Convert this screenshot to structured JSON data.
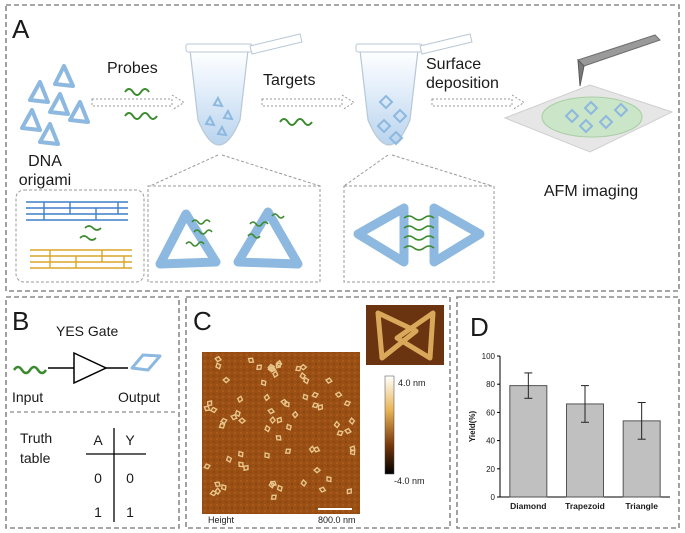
{
  "panelA": {
    "letter": "A",
    "dna_line1": "DNA",
    "dna_line2": "origami",
    "probes": "Probes",
    "targets": "Targets",
    "surface_line1": "Surface",
    "surface_line2": "deposition",
    "afm": "AFM imaging"
  },
  "panelB": {
    "letter": "B",
    "gate_title": "YES Gate",
    "input": "Input",
    "output": "Output",
    "truth_line1": "Truth",
    "truth_line2": "table",
    "col_a": "A",
    "col_y": "Y",
    "rows": [
      [
        "0",
        "0"
      ],
      [
        "1",
        "1"
      ]
    ]
  },
  "panelC": {
    "letter": "C",
    "height_label": "Height",
    "scale_label": "800.0 nm",
    "cbar_max": "4.0 nm",
    "cbar_min": "-4.0 nm"
  },
  "panelD": {
    "letter": "D"
  },
  "chart_data": {
    "type": "bar",
    "categories": [
      "Diamond",
      "Trapezoid",
      "Triangle"
    ],
    "values": [
      79,
      66,
      54
    ],
    "errors": [
      9,
      13,
      13
    ],
    "ylabel": "Yield(%)",
    "ylim": [
      0,
      100
    ],
    "yticks": [
      0,
      20,
      40,
      60,
      80,
      100
    ],
    "bar_color": "#c0c0c0",
    "grid": false
  },
  "colors": {
    "origami_blue": "#8db8df",
    "strand_green": "#3c8a2e",
    "strand_gold": "#d8a52a",
    "dash_border": "#7f7f7f"
  }
}
